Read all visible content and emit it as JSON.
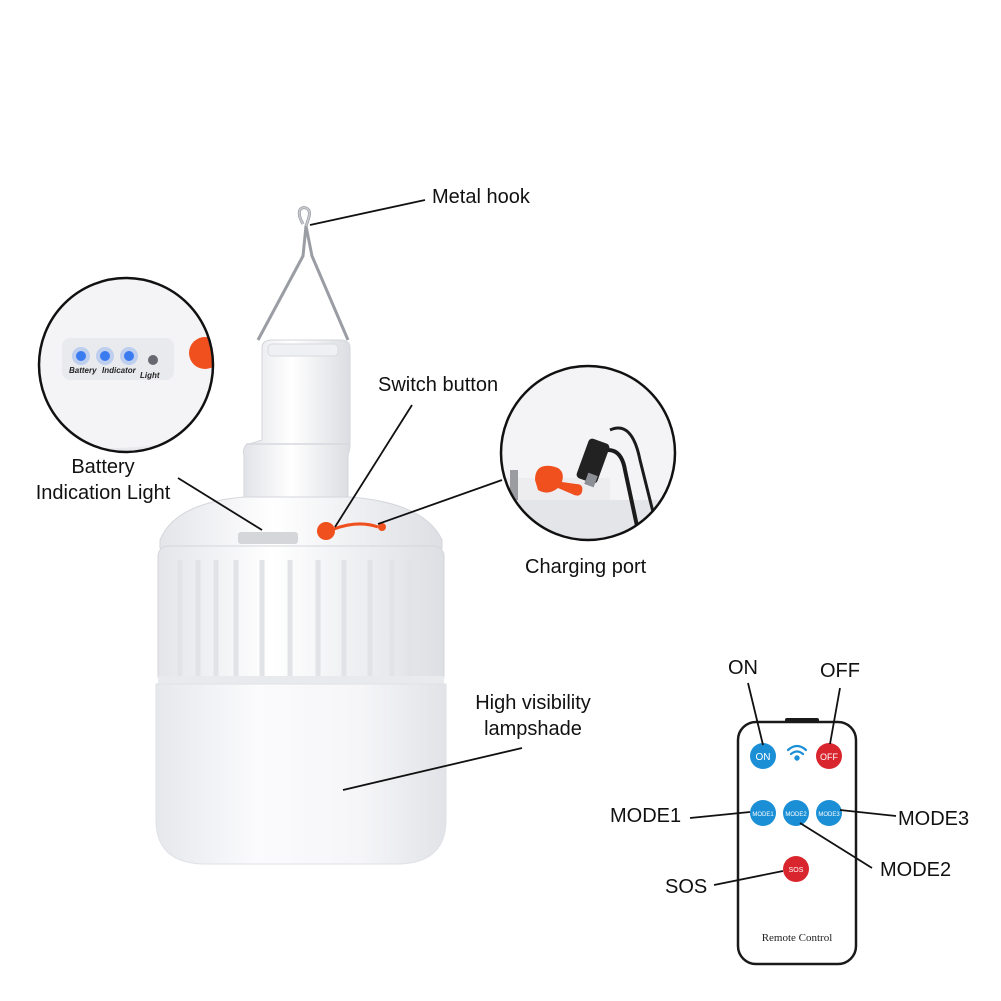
{
  "labels": {
    "metal_hook": "Metal hook",
    "switch_button": "Switch button",
    "battery_line1": "Battery",
    "battery_line2": "Indication Light",
    "charging_port": "Charging port",
    "lampshade_line1": "High visibility",
    "lampshade_line2": "lampshade"
  },
  "indicator_panel": {
    "battery": "Battery",
    "indicator": "Indicator",
    "light": "Light"
  },
  "remote": {
    "callouts": {
      "on": "ON",
      "off": "OFF",
      "mode1": "MODE1",
      "mode2": "MODE2",
      "mode3": "MODE3",
      "sos": "SOS"
    },
    "buttons": {
      "on": "ON",
      "off": "OFF",
      "mode1": "MODE1",
      "mode2": "MODE2",
      "mode3": "MODE3",
      "sos": "SOS"
    },
    "caption": "Remote Control"
  },
  "colors": {
    "accent_orange": "#f0501e",
    "remote_blue": "#1a8fd6",
    "remote_red": "#d9262e",
    "indicator_blue": "#3a7bf0"
  }
}
